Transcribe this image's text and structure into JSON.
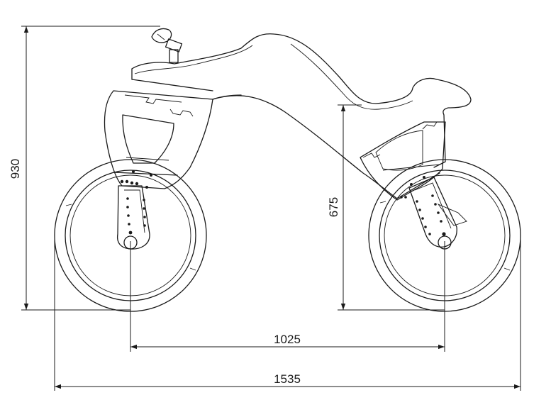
{
  "dimensions": {
    "overall_height": "930",
    "seat_height": "675",
    "wheelbase": "1025",
    "overall_length": "1535"
  }
}
